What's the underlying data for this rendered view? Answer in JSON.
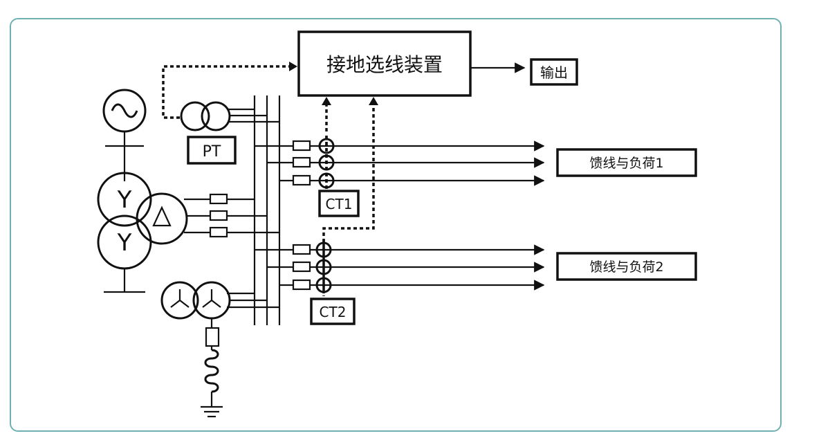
{
  "colors": {
    "frame": "#6fb1b2",
    "line": "#111111"
  },
  "device": {
    "label": "接地选线装置"
  },
  "output": {
    "label": "输出"
  },
  "pt": {
    "label": "PT"
  },
  "ct1": {
    "label": "CT1"
  },
  "ct2": {
    "label": "CT2"
  },
  "feeder1": {
    "label": "馈线与负荷1"
  },
  "feeder2": {
    "label": "馈线与负荷2"
  },
  "transformer": {
    "winding_top": "Y",
    "winding_bottom": "Y",
    "winding_tertiary": "△"
  },
  "generator": {
    "symbol": "~"
  }
}
